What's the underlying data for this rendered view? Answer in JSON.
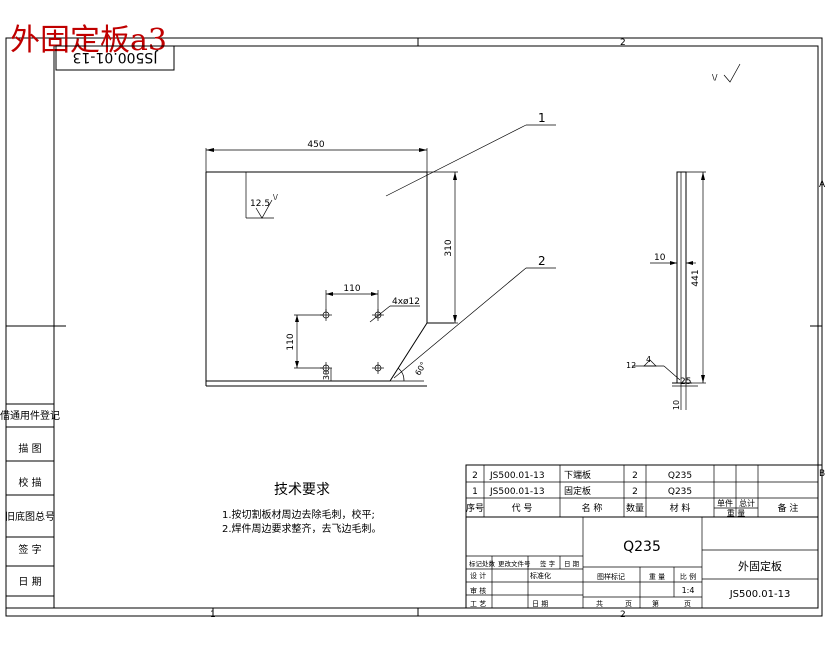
{
  "sheet": {
    "corner_title": "外固定板a3",
    "stamp_code": "JS500.01-13",
    "zone_labels": {
      "top_2": "2",
      "bottom_1": "1",
      "bottom_2": "2",
      "right_A": "A",
      "right_B": "B"
    }
  },
  "drawing": {
    "surface_finish_main": "12.5",
    "surface_finish_main_suffix": "\\/",
    "surface_finish_corner_symbol": "\\/",
    "dims": {
      "width_450": "450",
      "height_310": "310",
      "hole_spacing_110_h": "110",
      "hole_spacing_110_v": "110",
      "holes_4x": "4xø12",
      "edge_30": "30",
      "angle_60": "60°",
      "thickness_10": "10",
      "height_441": "441",
      "weld_12": "12",
      "weld_4": "4",
      "bottom_25": "25",
      "bottom_10": "10"
    },
    "balloons": {
      "b1": "1",
      "b2": "2"
    }
  },
  "left_strip": {
    "rows": [
      "借通用件登记",
      "描 图",
      "校 描",
      "旧底图总号",
      "签 字",
      "日 期"
    ]
  },
  "tech_requirements": {
    "title": "技术要求",
    "line1": "1.按切割板材周边去除毛刺，校平;",
    "line2": "2.焊件周边要求整齐，去飞边毛刺。"
  },
  "parts_list": {
    "rows": [
      {
        "no": "2",
        "code": "JS500.01-13",
        "name": "下端板",
        "qty": "2",
        "material": "Q235"
      },
      {
        "no": "1",
        "code": "JS500.01-13",
        "name": "固定板",
        "qty": "2",
        "material": "Q235"
      }
    ],
    "header": {
      "no": "序号",
      "code": "代 号",
      "name": "名 称",
      "qty": "数量",
      "material": "材 料",
      "weight_single": "单件",
      "weight_total": "总计",
      "weight": "重 量",
      "remark": "备 注"
    }
  },
  "title_block": {
    "material": "Q235",
    "drawing_name": "外固定板",
    "drawing_code": "JS500.01-13",
    "scale": "1:4",
    "stage_mark": "图样标记",
    "weight": "重 量",
    "ratio": "比 例",
    "total": "共",
    "sheet": "第",
    "zhang1": "页",
    "zhang2": "页",
    "rev_labels": [
      "标记",
      "处数",
      "更改文件号",
      "签 字",
      "日 期"
    ],
    "role_design": "设 计",
    "role_standard": "标准化",
    "role_check": "审 核",
    "role_process": "工 艺",
    "role_date": "日 期"
  }
}
